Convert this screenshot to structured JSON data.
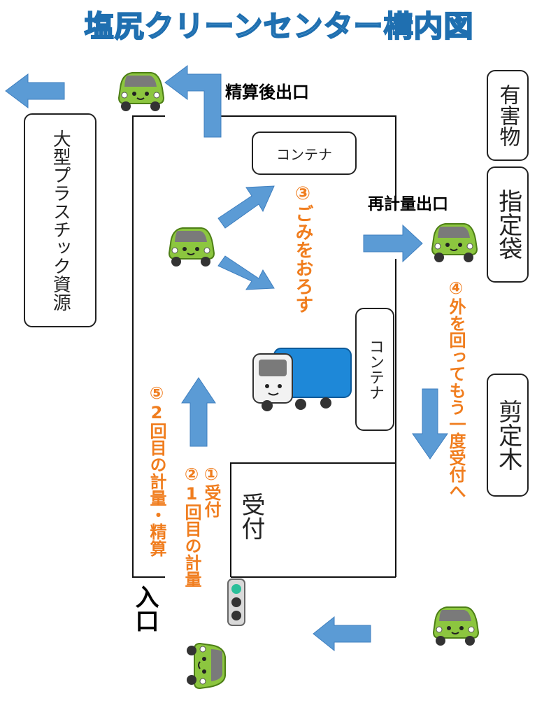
{
  "title": "塩尻クリーンセンター構内図",
  "labels": {
    "exit_after_payment": "精算後出口",
    "reweigh_exit": "再計量出口",
    "entrance": "入口"
  },
  "facilities": {
    "container_top": "コンテナ",
    "container_mid": "コンテナ",
    "reception": "受付"
  },
  "side_boxes": {
    "large_plastic": "大型プラスチック資源",
    "hazardous": "有害物",
    "designated_bag": "指定袋",
    "pruned_wood": "剪定木"
  },
  "steps": {
    "step1": "①受付",
    "step2": "②1回目の計量",
    "step3": "③ごみをおろす",
    "step4": "④外を回ってもう一度受付へ",
    "step5": "⑤2回目の計量・精算"
  },
  "colors": {
    "title_fill": "#7fbfe6",
    "title_outline": "#1f6fb0",
    "arrow": "#5b9bd5",
    "step_text": "#f07d1e",
    "car": "#8cc63f",
    "truck": "#1e88d8"
  }
}
